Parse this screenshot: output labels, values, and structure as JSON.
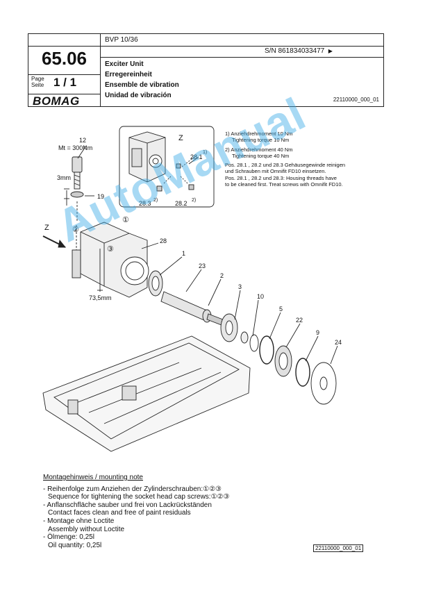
{
  "header": {
    "page_number": "65.06",
    "model": "BVP 10/36",
    "serial": "S/N 861834033477",
    "serial_arrow": "▶",
    "page_label_de": "Page",
    "page_label_fr": "Seite",
    "page_value": "1 / 1",
    "logo": "BOMAG",
    "title_en": "Exciter Unit",
    "title_de": "Erregereinheit",
    "title_fr": "Ensemble de vibration",
    "title_es": "Unidad de vibración",
    "doc_id": "22110000_000_01"
  },
  "notes_right": {
    "n1_de": "1)  Anziehdrehmoment 10 Nm",
    "n1_en": "Tightening torque 10 Nm",
    "n2_de": "2)  Anziehdrehmoment 40 Nm",
    "n2_en": "Tightening torque 40 Nm",
    "pos_de_1": "Pos. 28.1 , 28.2 und 28.3 Gehäusegewinde reinigen",
    "pos_de_2": "und Schrauben mit Omnifit FD10 einsetzen.",
    "pos_en_1": "Pos. 28.1 , 28.2 und 28.3: Housing threads have",
    "pos_en_2": "to be cleaned first. Treat screws with Omnifit FD10."
  },
  "diagram_labels": {
    "z_inset": "Z",
    "z_main": "Z",
    "p12": "12",
    "mt": "Mt = 300Nm",
    "mm3": "3mm",
    "p19": "19",
    "p28": "28",
    "p28_1": "28.1",
    "p28_2": "28.2",
    "p28_3": "28.3",
    "sup1": "1)",
    "sup2": "2)",
    "sup2b": "2)",
    "p1": "1",
    "p23": "23",
    "p2": "2",
    "p3": "3",
    "p10": "10",
    "p5": "5",
    "p22": "22",
    "p9": "9",
    "p24": "24",
    "dim": "73,5mm",
    "c1": "①",
    "c2": "②",
    "c3": "③"
  },
  "watermark": "AutoManual",
  "mounting": {
    "heading": "Montagehinweis / mounting note",
    "l1": "- Reihenfolge zum Anziehen der Zylinderschrauben:①②③",
    "l2": "  Sequence for tightening the socket head cap screws:①②③",
    "l3": "- Anflanschfläche sauber und frei von Lackrückständen",
    "l4": "  Contact faces clean and free of paint residuals",
    "l5": "- Montage ohne Loctite",
    "l6": "  Assembly without Loctite",
    "l7": "- Ölmenge: 0,25l",
    "l8": "  Oil quantity: 0,25l"
  },
  "footer_id": "22110000_000_01"
}
